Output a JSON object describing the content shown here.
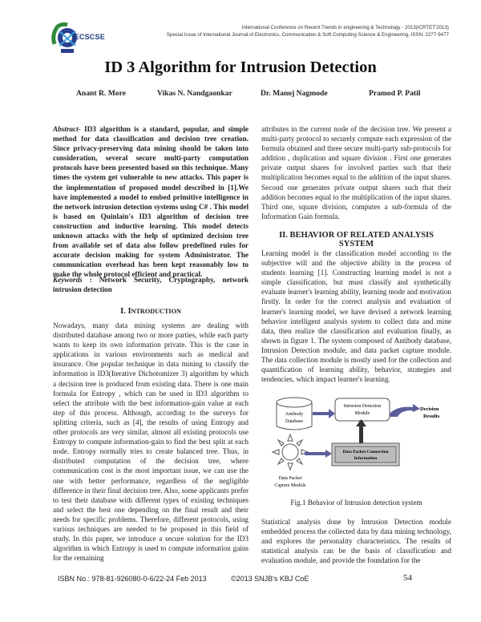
{
  "header": {
    "logo_text": "IECSCSE",
    "conference_line": "International Conference on Recent Trends in engineering & Technology - 2013(ICRTET'2013)",
    "journal_line": "Special Issue of International Journal of Electronics, Communication & Soft Computing Science & Engineering, ISSN: 2277-9477"
  },
  "paper": {
    "title": "ID 3 Algorithm for Intrusion Detection",
    "authors": [
      "Anant R. More",
      "Vikas N. Nandgaonkar",
      "Dr. Manoj Nagmode",
      "Pramod P. Patil"
    ],
    "abstract_label": "Abstract-",
    "abstract": "ID3 algorithm is a standard, popular, and simple method for data classification and decision tree creation. Since privacy-preserving data mining should be taken into consideration, several secure multi-party computation protocols have been presented based on this technique. Many times the system get vulnerable to new attacks. This paper is the implementation of proposed model described in [1].We have implemented a model to embed primitive intelligence in the network intrusion detection systems using C# . This model is based on Quinlain's ID3 algorithm of decision tree construction and inductive learning. This model detects unknown attacks with the help of optimized decision tree from available set of data also follow predefined rules for accurate decision making for system Administrator. The communication overhead has been kept reasonably low to make the whole protocol efficient and practical.",
    "keywords_label": "Keywords",
    "keywords": ": Network Security, Cryptography, network intrusion detection",
    "section1": {
      "num": "I. I",
      "rest": "NTRODUCTION",
      "text": "Nowadays, many data mining systems are dealing with distributed database among two or more parties, while each party wants to keep its own information private. This is the case in applications in various environments such as medical and insurance. One popular technique in data mining to classify the information is ID3(Iterative Dichotomizer 3) algorithm by which a decision tree is produced from existing data. There is one main formula for Entropy , which can be used in ID3 algorithm to select the attribute with the best information-gain value at each step of this process. Although, according to the surveys for splitting criteria, such as [4], the results of using Entropy and other protocols are very similar, almost all existing protocols use Entropy to compute information-gain to find the best split at each node. Entropy normally tries to create balanced tree. Thus, in distributed computation of the decision tree, where communication cost is the most important issue, we can use the one with better performance, regardless of the negligible difference in their final decision tree. Also, some applicants prefer to test their database with different types of existing techniques and select the best one depending on the final result and their needs for specific problems. Therefore, different protocols, using various techniques are needed to be proposed in this field of study. In this paper, we introduce a secure solution for the ID3 algorithm in which Entropy is used to compute information gains for the remaining"
    },
    "right_para1": "attributes in the current node of the decision tree. We present a multi-party protocol to securely compute each expression of the formula obtained and three secure multi-party sub-protocols for addition , duplication and square division . First one generates private output shares for involved parties such that their multiplication becomes equal to the addition of the input shares. Second one generates private output shares such that their addition becomes equal to the multiplication of the input shares. Third one, square division, computes a sub-formula of the Information Gain formula.",
    "section2": {
      "title": "II. BEHAVIOR OF RELATED ANALYSIS SYSTEM",
      "text": "Learning model is the classification model according to the subjective will and the objective ability in the process of students learning [1]. Constructing learning model is not a simple classification, but must classify and synthetically evaluate learner's learning ability, learning mode and motivation firstly. In order for the correct analysis and evaluation of learner's learning model, we have devised a network learning behavior intelligent analysis system to collect data and mine data, then realize the classification and evaluation finally, as shown in figure 1. The system composed of Antibody database, Intrusion Detection module, and data packet capture module. The data collection module is mostly used for the collection and quantification of learning ability, behavior, strategies and tendencies, which impact learner's learning."
    },
    "figure": {
      "db_label_1": "Antibody",
      "db_label_2": "Database",
      "ids_label_1": "Intrusion Detection",
      "ids_label_2": "Module",
      "result_label_1": "Decision",
      "result_label_2": "Results",
      "packet_label_1": "Data Packet Connection",
      "packet_label_2": "Information",
      "capture_label_1": "Data Packet",
      "capture_label_2": "Capture Module",
      "caption": "Fig.1 Behavior of Intrusion detection system"
    },
    "right_para3": "Statistical analysis done by Intrusion Detection module embedded process the collected data by data mining technology, and explores the personality characteristics. The results of statistical analysis can be the basis of classification and evaluation module, and provide the foundation for the"
  },
  "footer": {
    "isbn": "ISBN No.: 978-81-926080-0-6/22-24 Feb 2013",
    "copyright": "©2013 SNJB's KBJ CoE",
    "page": "54"
  }
}
